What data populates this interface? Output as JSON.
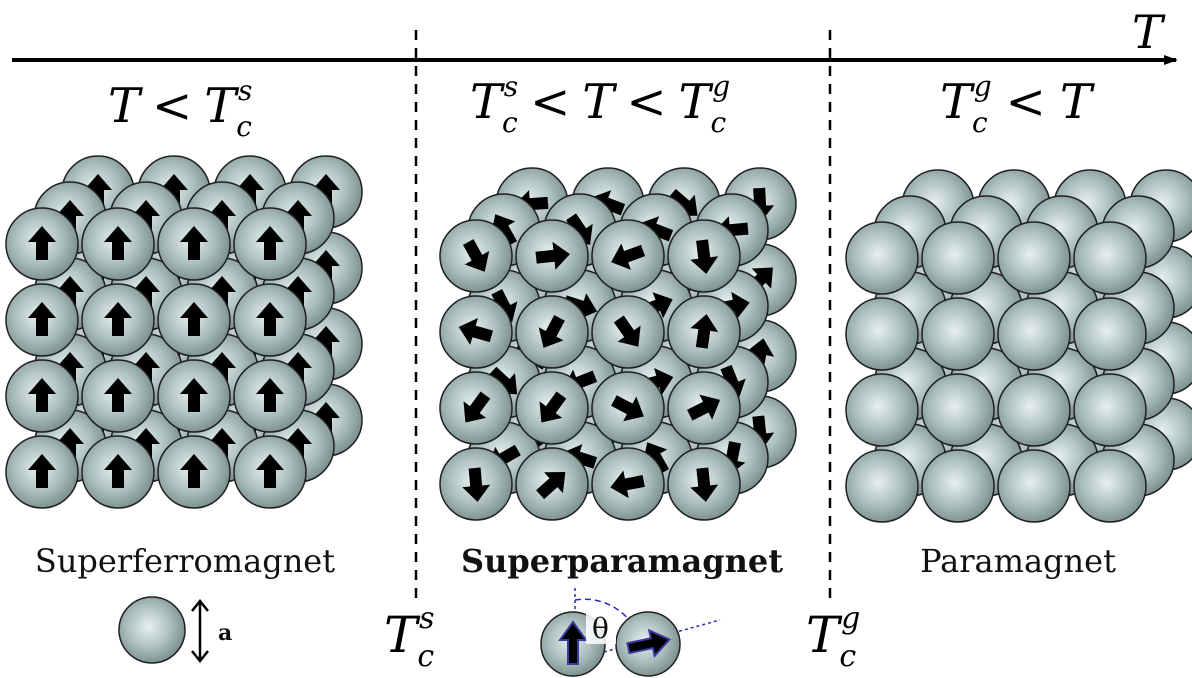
{
  "axis": {
    "variable": "T"
  },
  "regions": [
    {
      "condition": {
        "a": "T",
        "op1": "<",
        "b": "T",
        "b_sub": "c",
        "b_sup": "s"
      },
      "name": "Superferromagnet",
      "bold": false,
      "arrow_mode": "aligned-up"
    },
    {
      "condition": {
        "a": "T",
        "a_sub": "c",
        "a_sup": "s",
        "op1": "<",
        "b": "T",
        "op2": "<",
        "c": "T",
        "c_sub": "c",
        "c_sup": "g"
      },
      "name": "Superparamagnet",
      "bold": true,
      "arrow_mode": "random"
    },
    {
      "condition": {
        "a": "T",
        "a_sub": "c",
        "a_sup": "g",
        "op1": "<",
        "b": "T"
      },
      "name": "Paramagnet",
      "bold": false,
      "arrow_mode": "none"
    }
  ],
  "boundaries": [
    {
      "main": "T",
      "sub": "c",
      "sup": "s"
    },
    {
      "main": "T",
      "sub": "c",
      "sup": "g"
    }
  ],
  "legend": {
    "diameter_label": "a",
    "angle_label": "θ"
  },
  "colors": {
    "sphere_light": "#e6f0ef",
    "sphere_mid": "#a9bcbc",
    "sphere_dark": "#6f8584",
    "outline": "#202020",
    "arrow": "#000000",
    "angle_guide": "#3a3ad0"
  }
}
